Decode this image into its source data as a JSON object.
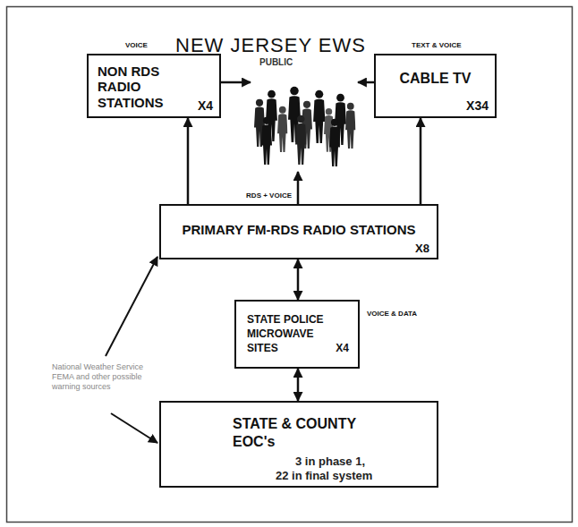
{
  "diagram": {
    "title": "NEW JERSEY EWS",
    "nodes": [
      {
        "text": [
          "NON RDS RADIO STATIONS",
          "X4"
        ]
      },
      {
        "text": [
          "PUBLIC"
        ]
      },
      {
        "text": [
          "CABLE TV",
          "X34"
        ]
      },
      {
        "text": [
          "PRIMARY FM-RDS RADIO STATIONS",
          "X8"
        ]
      },
      {
        "text": [
          "STATE POLICE MICROWAVE SITES",
          "X4"
        ]
      },
      {
        "text": [
          "STATE & COUNTY EOC's",
          "3 in phase 1,",
          "22 in final system"
        ]
      }
    ],
    "edges": [
      {
        "from": 3,
        "to": 0,
        "arrow": "to"
      },
      {
        "from": 3,
        "to": 1,
        "label": "RDS + VOICE",
        "arrow": "to"
      },
      {
        "from": 3,
        "to": 2,
        "arrow": "to"
      },
      {
        "from": 0,
        "to": 1,
        "arrow": "to"
      },
      {
        "from": 2,
        "to": 1,
        "arrow": "to"
      },
      {
        "from": 3,
        "to": 4,
        "arrow": "both"
      },
      {
        "from": 4,
        "to": 5,
        "arrow": "both"
      }
    ],
    "labels": [
      "VOICE",
      "TEXT & VOICE",
      "VOICE & DATA",
      "National Weather Service FEMA and other possible warning sources"
    ]
  }
}
